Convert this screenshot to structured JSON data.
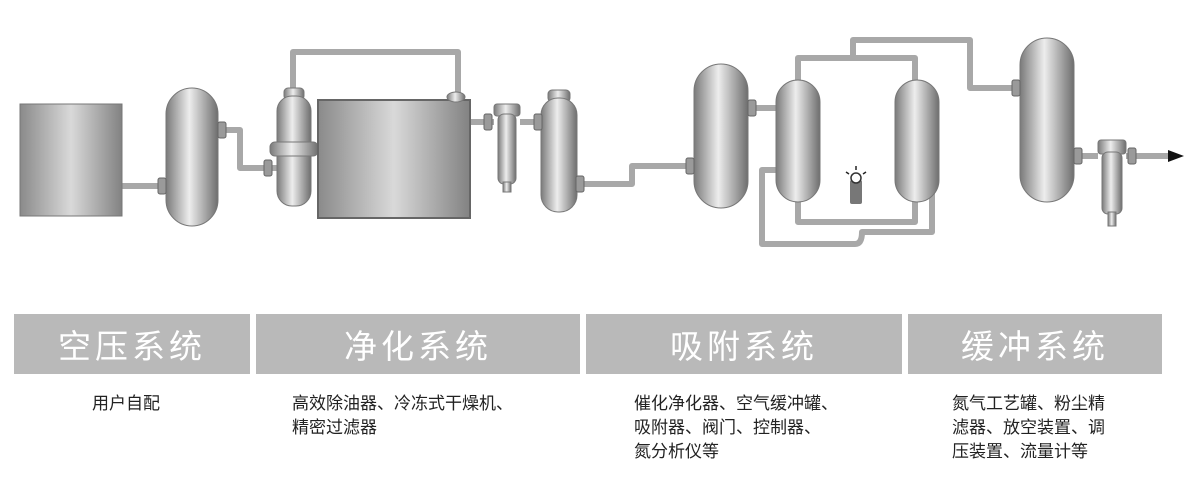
{
  "sections": [
    {
      "title": "空压系统",
      "desc_lines": [
        "用户自配"
      ]
    },
    {
      "title": "净化系统",
      "desc_lines": [
        "高效除油器、冷冻式干燥机、",
        "精密过滤器"
      ]
    },
    {
      "title": "吸附系统",
      "desc_lines": [
        "催化净化器、空气缓冲罐、",
        "吸附器、阀门、控制器、",
        "氮分析仪等"
      ]
    },
    {
      "title": "缓冲系统",
      "desc_lines": [
        "氮气工艺罐、粉尘精",
        "滤器、放空装置、调",
        "压装置、流量计等"
      ]
    }
  ],
  "colors": {
    "bar": "#b9b9b9",
    "bar_text": "#ffffff",
    "pipe": "#a8a8a8",
    "equipment": "#8c8c8c"
  }
}
